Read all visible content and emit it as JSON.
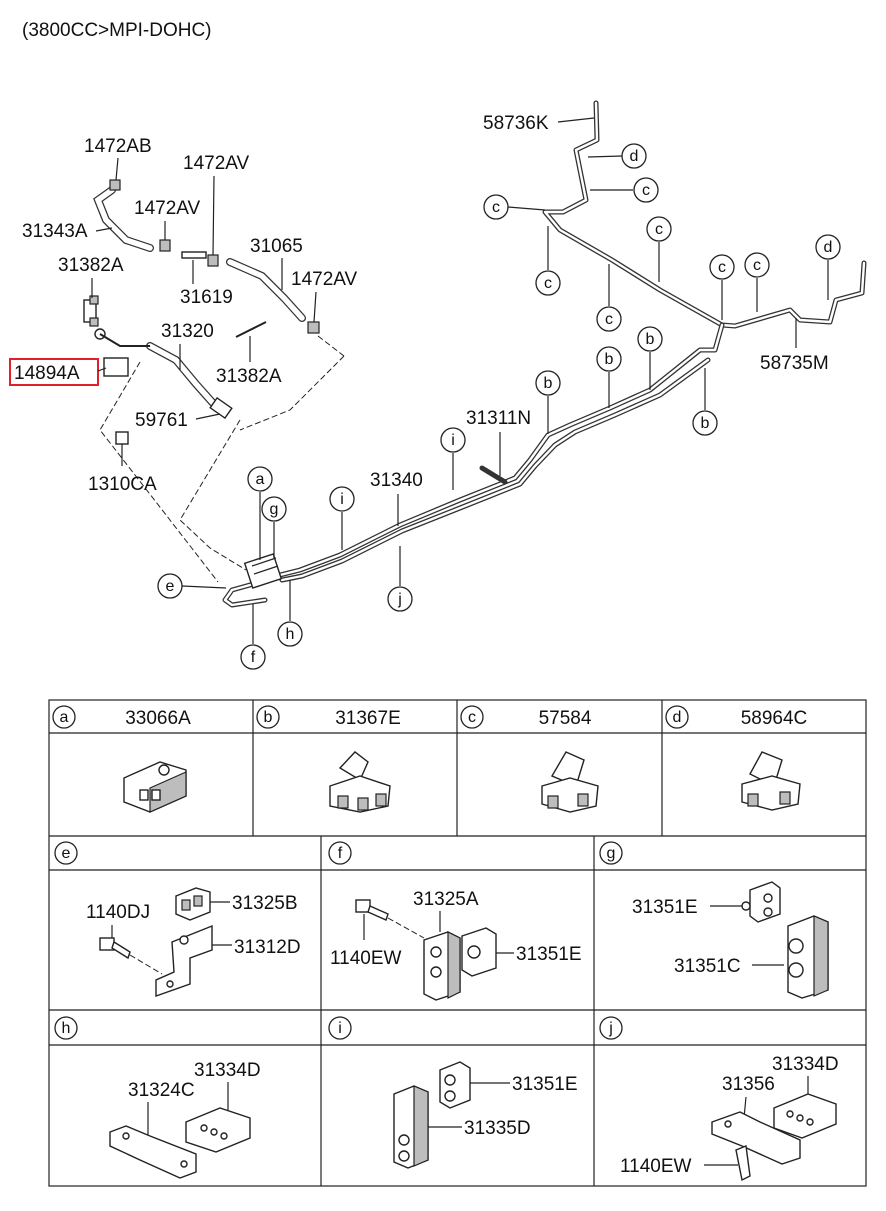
{
  "engine_note": "(3800CC>MPI-DOHC)",
  "highlight_color": "#e0202a",
  "parts": {
    "p58736K": "58736K",
    "p1472AB": "1472AB",
    "p1472AV_a": "1472AV",
    "p1472AV_b": "1472AV",
    "p1472AV_c": "1472AV",
    "p31343A": "31343A",
    "p31065": "31065",
    "p31382A_a": "31382A",
    "p31382A_b": "31382A",
    "p31619": "31619",
    "p31320": "31320",
    "p14894A": "14894A",
    "p59761": "59761",
    "p1310CA": "1310CA",
    "p31311N": "31311N",
    "p31340": "31340",
    "p58735M": "58735M"
  },
  "callout_letters": {
    "a": "a",
    "b": "b",
    "c": "c",
    "d": "d",
    "e": "e",
    "f": "f",
    "g": "g",
    "h": "h",
    "i": "i",
    "j": "j"
  },
  "table": {
    "row1": [
      {
        "letter": "a",
        "part": "33066A"
      },
      {
        "letter": "b",
        "part": "31367E"
      },
      {
        "letter": "c",
        "part": "57584"
      },
      {
        "letter": "d",
        "part": "58964C"
      }
    ],
    "e": {
      "letter": "e",
      "labels": [
        "1140DJ",
        "31325B",
        "31312D"
      ]
    },
    "f": {
      "letter": "f",
      "labels": [
        "31325A",
        "1140EW",
        "31351E"
      ]
    },
    "g": {
      "letter": "g",
      "labels": [
        "31351E",
        "31351C"
      ]
    },
    "h": {
      "letter": "h",
      "labels": [
        "31334D",
        "31324C"
      ]
    },
    "i": {
      "letter": "i",
      "labels": [
        "31351E",
        "31335D"
      ]
    },
    "j": {
      "letter": "j",
      "labels": [
        "31334D",
        "31356",
        "1140EW"
      ]
    }
  }
}
